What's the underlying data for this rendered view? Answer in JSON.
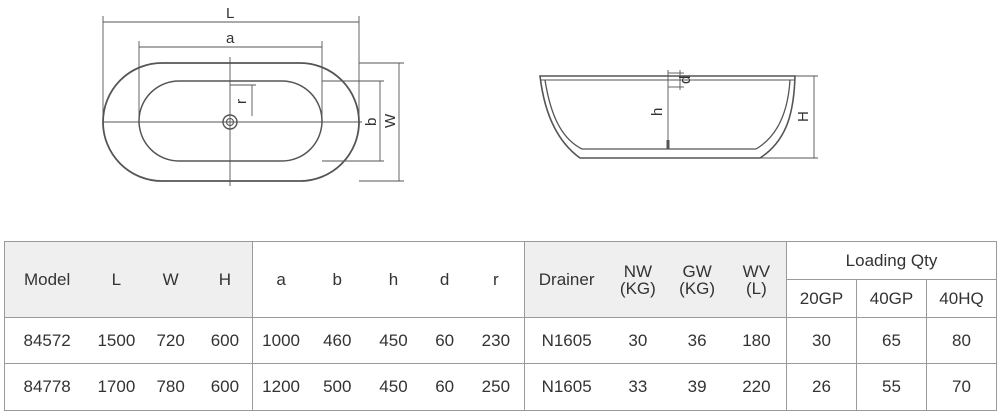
{
  "drawing": {
    "top_view": {
      "L": "L",
      "a": "a",
      "r": "r",
      "b": "b",
      "W": "W"
    },
    "side_view": {
      "h": "h",
      "d": "d",
      "H": "H"
    }
  },
  "table": {
    "group1_headers": [
      "Model",
      "L",
      "W",
      "H"
    ],
    "group2_headers": [
      "a",
      "b",
      "h",
      "d",
      "r"
    ],
    "group3_headers": [
      {
        "line1": "Drainer",
        "line2": ""
      },
      {
        "line1": "NW",
        "line2": "(KG)"
      },
      {
        "line1": "GW",
        "line2": "(KG)"
      },
      {
        "line1": "WV",
        "line2": "(L)"
      }
    ],
    "loading_title": "Loading Qty",
    "loading_headers": [
      "20GP",
      "40GP",
      "40HQ"
    ],
    "rows": [
      {
        "g1": [
          "84572",
          "1500",
          "720",
          "600"
        ],
        "g2": [
          "1000",
          "460",
          "450",
          "60",
          "230"
        ],
        "g3": [
          "N1605",
          "30",
          "36",
          "180"
        ],
        "g4": [
          "30",
          "65",
          "80"
        ]
      },
      {
        "g1": [
          "84778",
          "1700",
          "780",
          "600"
        ],
        "g2": [
          "1200",
          "500",
          "450",
          "60",
          "250"
        ],
        "g3": [
          "N1605",
          "33",
          "39",
          "220"
        ],
        "g4": [
          "26",
          "55",
          "70"
        ]
      }
    ]
  }
}
